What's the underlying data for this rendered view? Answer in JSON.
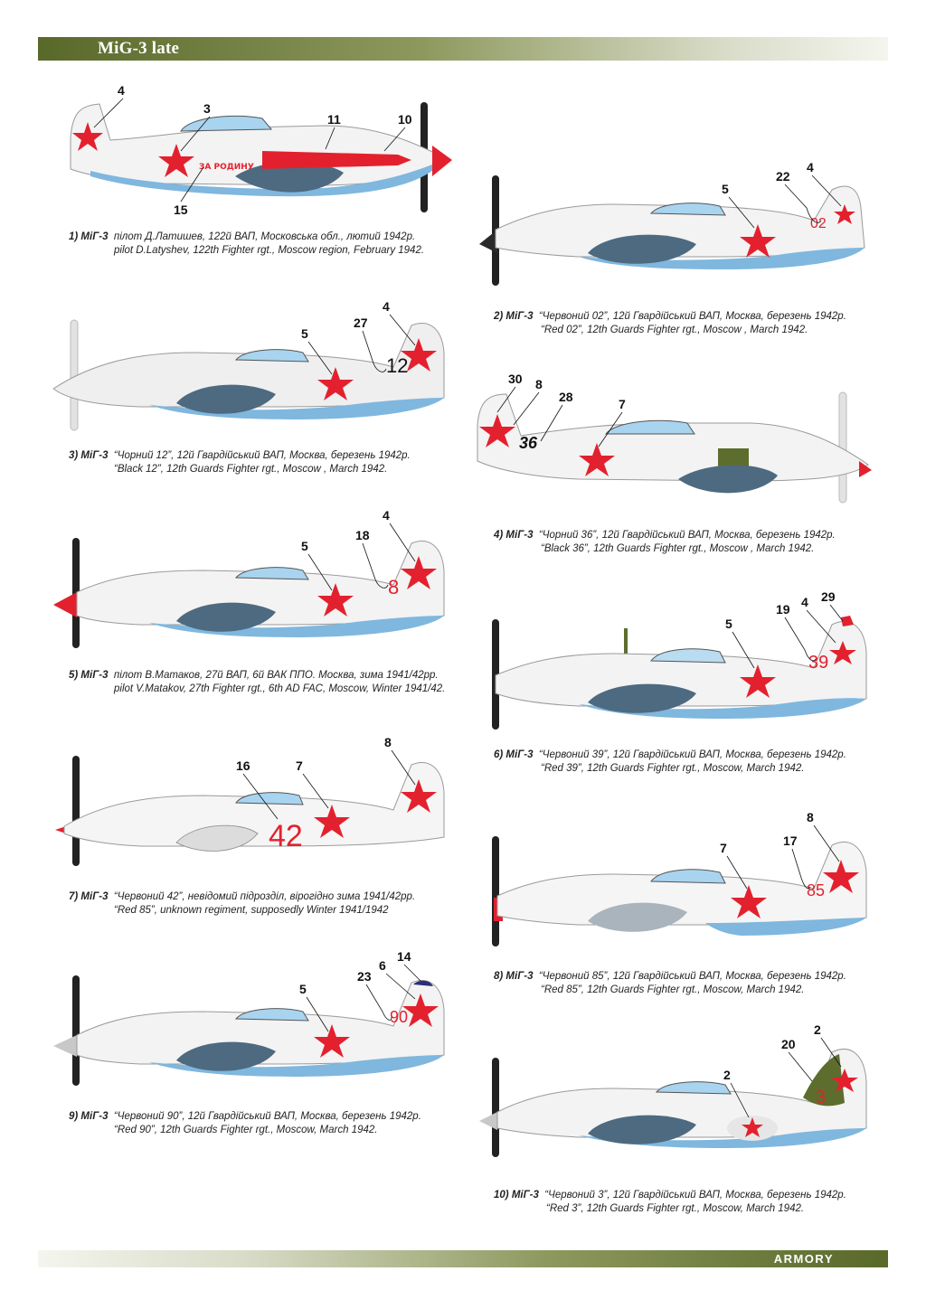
{
  "page": {
    "title": "MiG-3 late",
    "brand": "ARMORY"
  },
  "colors": {
    "band": "#59692a",
    "star": "#e3212e",
    "underside": "#7fb7de",
    "canopy": "#a8d4f0",
    "camo_dark": "#4d6a80",
    "olive": "#5d6d2e"
  },
  "profiles": [
    {
      "id": 1,
      "callouts": [
        "4",
        "3",
        "11",
        "10",
        "15"
      ],
      "marking": "ЗА РОДИНУ",
      "caption": {
        "num": "1) МіГ-3",
        "line1": "пілот Д.Латишев, 122й ВАП, Московська обл., лютий 1942р.",
        "line2": "pilot D.Latyshev, 122th Fighter rgt., Moscow region, February 1942."
      }
    },
    {
      "id": 2,
      "callouts": [
        "22",
        "4",
        "5"
      ],
      "marking": "02",
      "caption": {
        "num": "2) МіГ-3",
        "line1": "“Червоний 02”, 12й Гвардійський ВАП, Москва, березень 1942р.",
        "line2": "“Red 02”, 12th Guards Fighter rgt., Moscow , March 1942."
      }
    },
    {
      "id": 3,
      "callouts": [
        "4",
        "27",
        "5"
      ],
      "marking": "12",
      "caption": {
        "num": "3) МіГ-3",
        "line1": "“Чорний 12”, 12й Гвардійський ВАП, Москва, березень 1942р.",
        "line2": "“Black 12”, 12th Guards Fighter rgt., Moscow , March 1942."
      }
    },
    {
      "id": 4,
      "callouts": [
        "30",
        "8",
        "28",
        "7"
      ],
      "marking": "36",
      "caption": {
        "num": "4) МіГ-3",
        "line1": "“Чорний 36”, 12й Гвардійський ВАП, Москва, березень 1942р.",
        "line2": "“Black 36”, 12th Guards Fighter rgt., Moscow , March 1942."
      }
    },
    {
      "id": 5,
      "callouts": [
        "4",
        "18",
        "5"
      ],
      "marking": "8",
      "caption": {
        "num": "5) МіГ-3",
        "line1": "пілот В.Матаков, 27й ВАП, 6й ВАК ППО. Москва, зима 1941/42рр.",
        "line2": "pilot V.Matakov, 27th Fighter rgt., 6th AD FAC, Moscow, Winter 1941/42."
      }
    },
    {
      "id": 6,
      "callouts": [
        "19",
        "4",
        "29",
        "5"
      ],
      "marking": "39",
      "caption": {
        "num": "6) МіГ-3",
        "line1": "“Червоний 39”, 12й Гвардійський ВАП, Москва, березень 1942р.",
        "line2": "“Red 39”, 12th Guards Fighter rgt., Moscow, March 1942."
      }
    },
    {
      "id": 7,
      "callouts": [
        "8",
        "16",
        "7"
      ],
      "marking": "42",
      "caption": {
        "num": "7) МіГ-3",
        "line1": "“Червоний 42”, невідомий підрозділ, вірогідно зима 1941/42рр.",
        "line2": "“Red 85”, unknown regiment, supposedly Winter 1941/1942"
      }
    },
    {
      "id": 8,
      "callouts": [
        "8",
        "7",
        "17"
      ],
      "marking": "85",
      "caption": {
        "num": "8) МіГ-3",
        "line1": "“Червоний 85”, 12й Гвардійський ВАП, Москва, березень 1942р.",
        "line2": "“Red 85”, 12th Guards Fighter rgt., Moscow, March 1942."
      }
    },
    {
      "id": 9,
      "callouts": [
        "14",
        "6",
        "23",
        "5"
      ],
      "marking": "90",
      "caption": {
        "num": "9) МіГ-3",
        "line1": "“Червоний 90”, 12й Гвардійський ВАП, Москва, березень 1942р.",
        "line2": "“Red 90”, 12th Guards Fighter rgt., Moscow, March 1942."
      }
    },
    {
      "id": 10,
      "callouts": [
        "2",
        "20",
        "2"
      ],
      "marking": "3",
      "caption": {
        "num": "10) МіГ-3",
        "line1": "“Червоний 3”, 12й Гвардійський ВАП, Москва, березень 1942р.",
        "line2": "“Red 3”, 12th Guards Fighter rgt., Moscow, March 1942."
      }
    }
  ]
}
